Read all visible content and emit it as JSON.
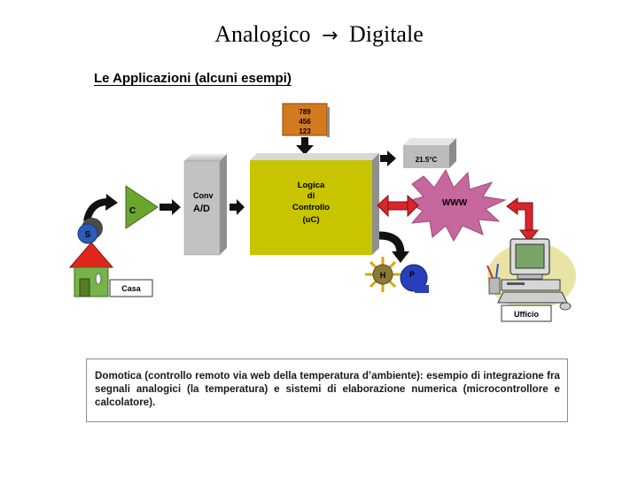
{
  "slide": {
    "title_left": "Analogico",
    "title_arrow": "→",
    "title_right": "Digitale",
    "subtitle": "Le Applicazioni (alcuni esempi)"
  },
  "diagram": {
    "keypad_line1": "789",
    "keypad_line2": "456",
    "keypad_line3": "123",
    "display_value": "21.5°C",
    "sensor_label": "S",
    "comparator_label": "C",
    "converter_line1": "Conv",
    "converter_line2": "A/D",
    "logic_line1": "Logica",
    "logic_line2": "di",
    "logic_line3": "Controllo",
    "logic_line4": "(uC)",
    "web_label": "WWW",
    "heater_label": "H",
    "pump_label": "P",
    "house_label": "Casa",
    "office_label": "Ufficio"
  },
  "caption": "Domotica (controllo remoto via web della temperatura d’ambiente): esempio di integrazione fra segnali analogici (la temperatura) e sistemi di elaborazione numerica (microcontrollore e calcolatore).",
  "colors": {
    "logic_block": "#c8c400",
    "keypad": "#d47a1e",
    "converter": "#c2c2c2",
    "comparator": "#6aa52e",
    "star": "#c6689c",
    "arrow_red": "#d8262a",
    "house_roof": "#e0261d",
    "house_wall": "#76b34a",
    "sensor": "#2a5db3",
    "pump": "#2a3fbb"
  },
  "icons": [
    "thermometer-sensor-icon",
    "sun-heater-icon",
    "pump-icon",
    "computer-icon",
    "house-icon"
  ]
}
